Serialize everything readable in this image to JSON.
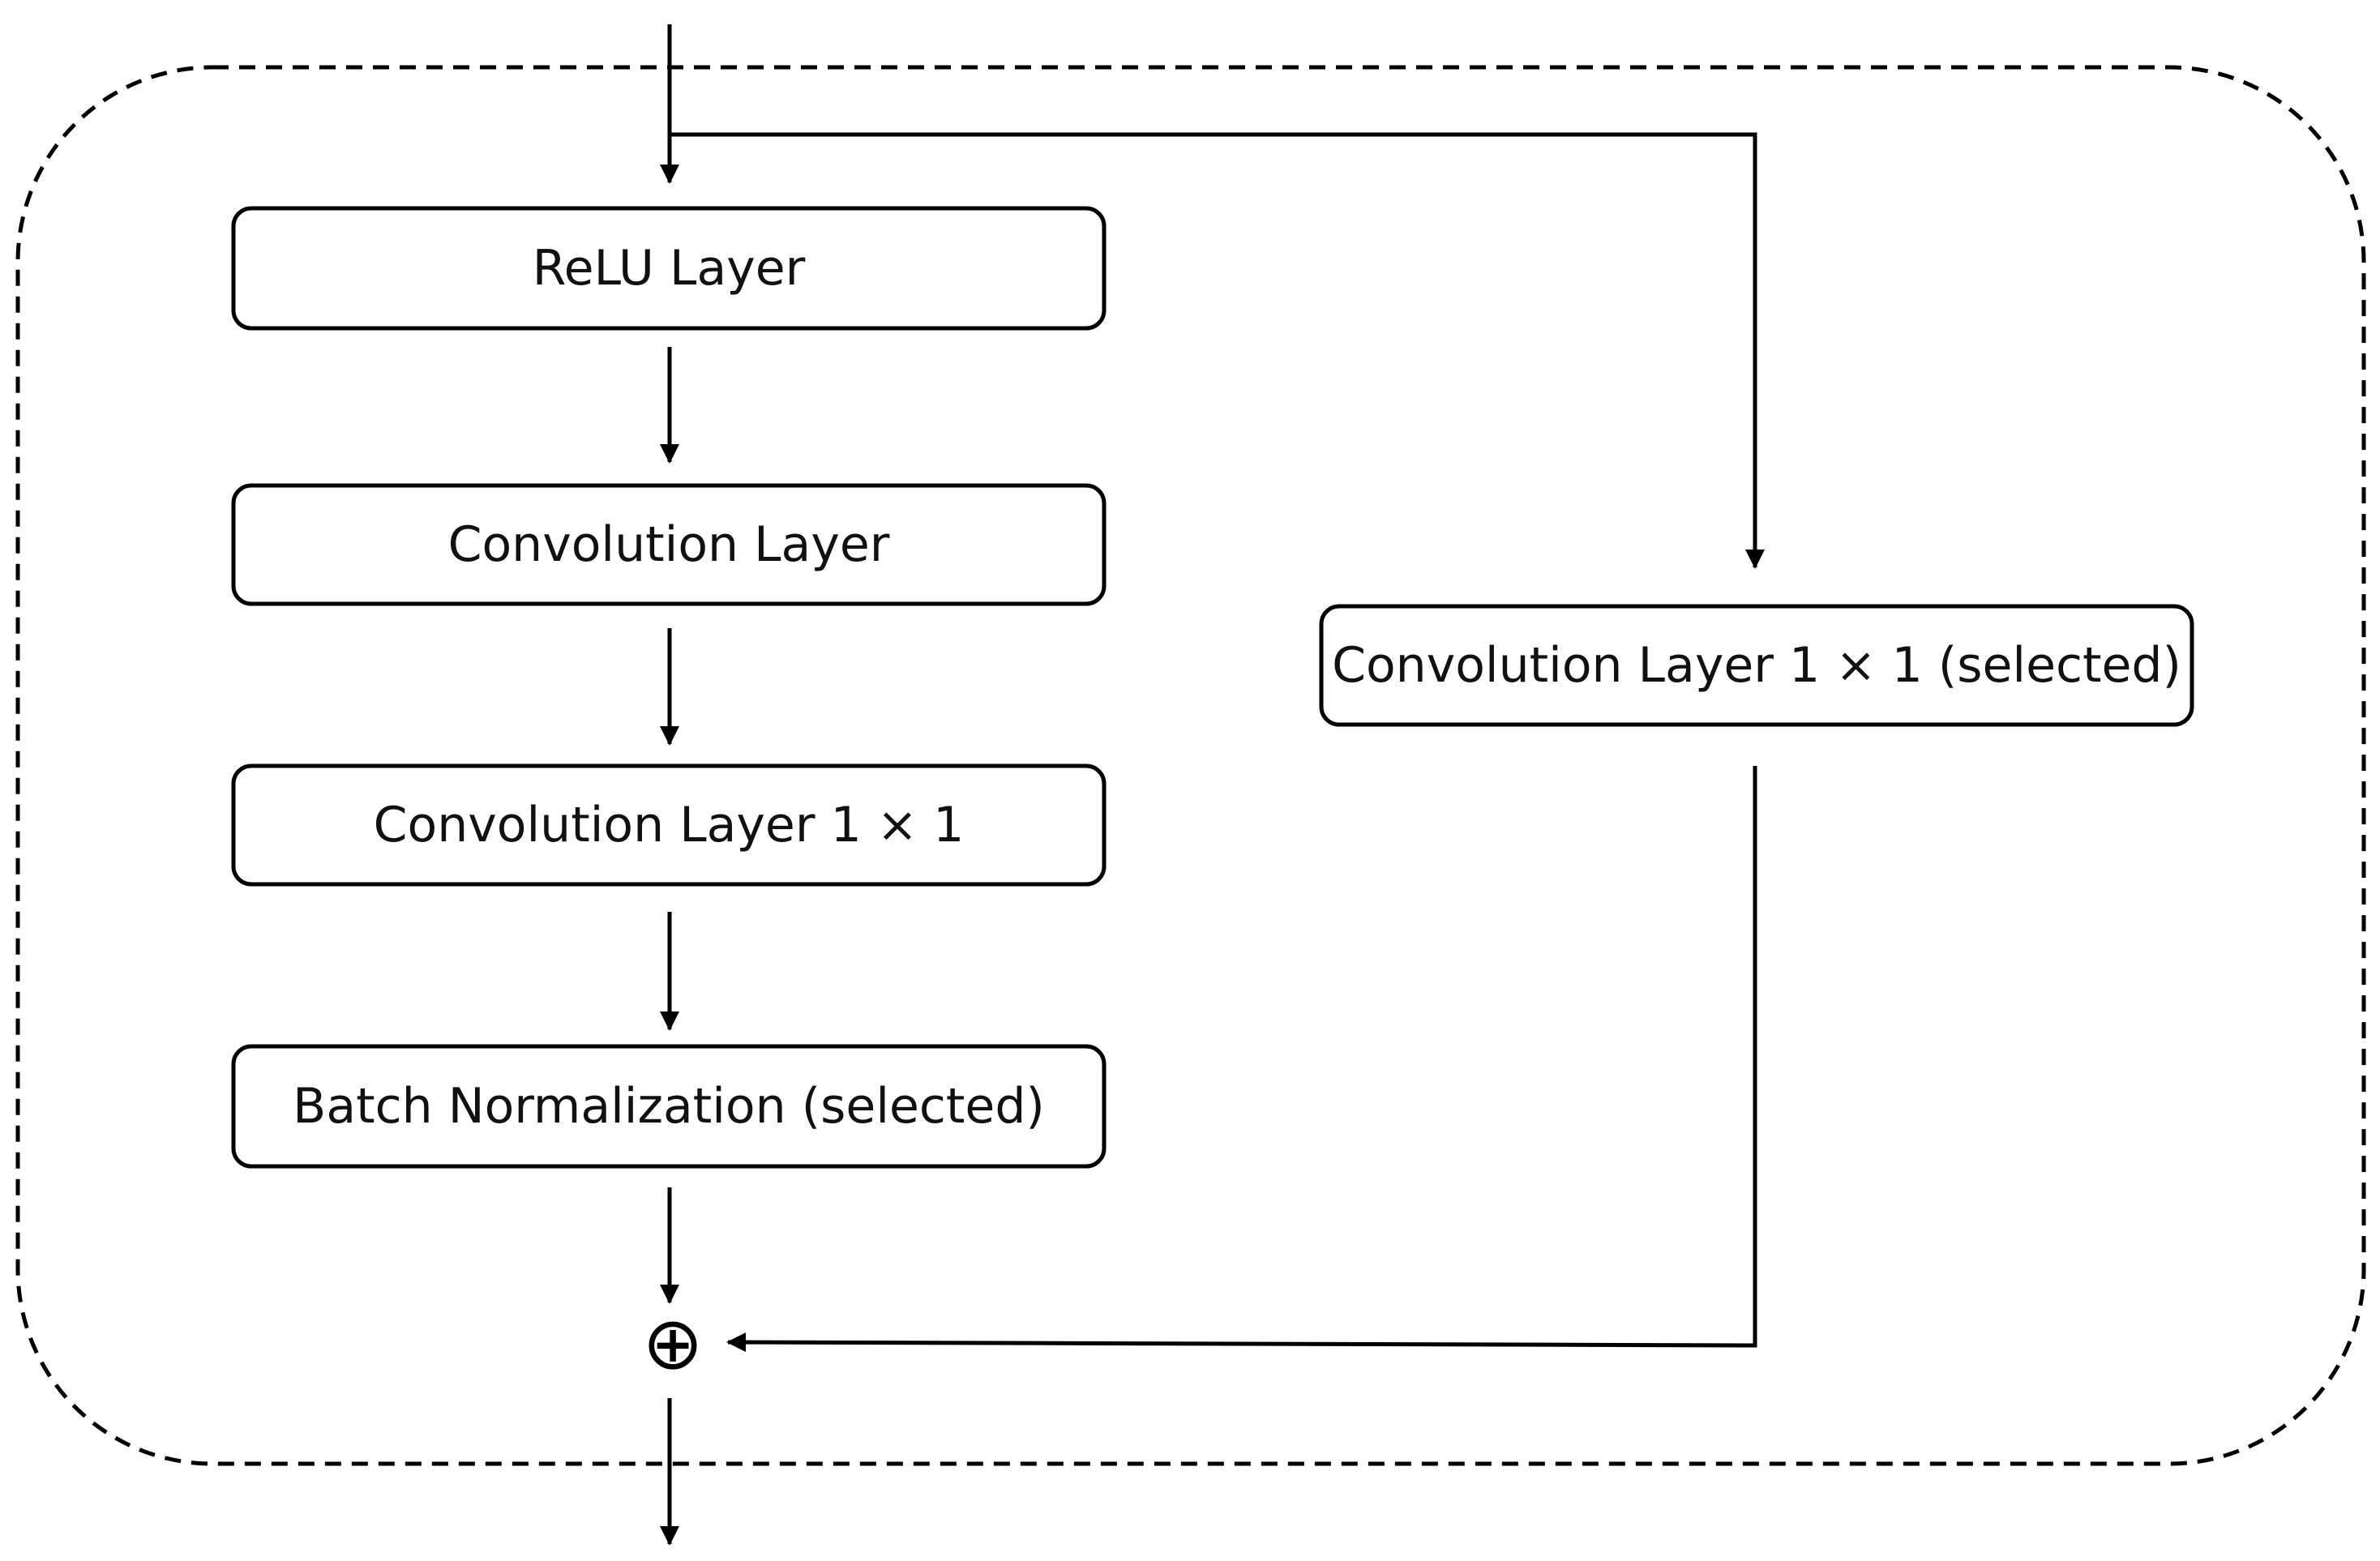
{
  "diagram": {
    "type": "residual-block",
    "nodes": {
      "relu": {
        "label": "ReLU Layer"
      },
      "conv": {
        "label": "Convolution Layer"
      },
      "conv1x1": {
        "label": "Convolution Layer 1 × 1"
      },
      "bn": {
        "label": "Batch Normalization (selected)"
      },
      "shortcut_conv": {
        "label": "Convolution Layer 1 × 1 (selected)"
      },
      "sum": {
        "label": "⊕"
      }
    },
    "edges": [
      {
        "from": "input",
        "to": "relu"
      },
      {
        "from": "relu",
        "to": "conv"
      },
      {
        "from": "conv",
        "to": "conv1x1"
      },
      {
        "from": "conv1x1",
        "to": "bn"
      },
      {
        "from": "bn",
        "to": "sum"
      },
      {
        "from": "input",
        "to": "shortcut_conv"
      },
      {
        "from": "shortcut_conv",
        "to": "sum"
      },
      {
        "from": "sum",
        "to": "output"
      }
    ],
    "colors": {
      "stroke": "#000000",
      "fill": "#ffffff",
      "text": "#111111"
    }
  }
}
